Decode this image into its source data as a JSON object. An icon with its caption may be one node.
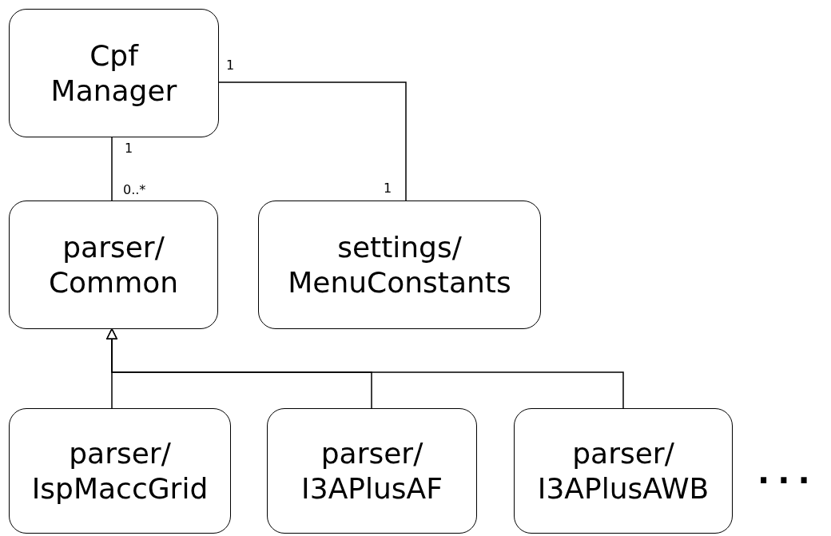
{
  "diagram": {
    "nodes": [
      {
        "text": [
          "Cpf Manager"
        ]
      },
      {
        "text": [
          "parser/ Common"
        ]
      },
      {
        "text": [
          "settings/ MenuConstants"
        ]
      },
      {
        "text": [
          "parser/ IspMaccGrid"
        ]
      },
      {
        "text": [
          "parser/ I3APlusAF"
        ]
      },
      {
        "text": [
          "parser/ I3APlusAWB"
        ]
      }
    ],
    "edges": [
      {
        "from": 0,
        "to": 1,
        "arrow": "none"
      },
      {
        "from": 0,
        "to": 2,
        "arrow": "none"
      },
      {
        "from": 3,
        "to": 1,
        "arrow": "to"
      },
      {
        "from": 4,
        "to": 1,
        "arrow": "to"
      },
      {
        "from": 5,
        "to": 1,
        "arrow": "to"
      }
    ],
    "labels": [
      "1",
      "1",
      "0..*",
      "1",
      "..."
    ]
  }
}
